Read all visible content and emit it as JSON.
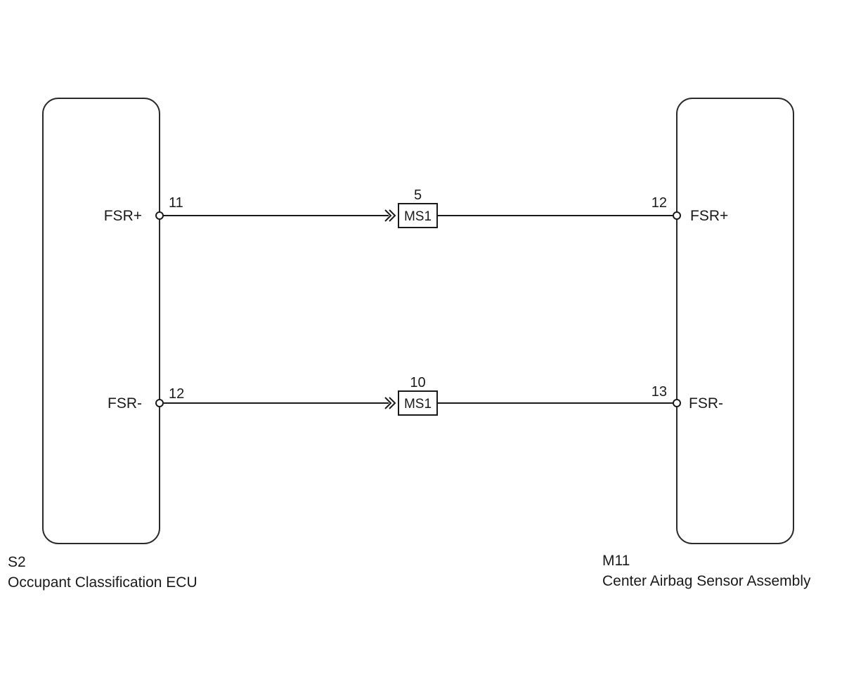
{
  "left_component": {
    "code": "S2",
    "name": "Occupant Classification ECU",
    "pins": [
      {
        "signal": "FSR+",
        "number": "11"
      },
      {
        "signal": "FSR-",
        "number": "12"
      }
    ]
  },
  "right_component": {
    "code": "M11",
    "name": "Center Airbag Sensor Assembly",
    "pins": [
      {
        "signal": "FSR+",
        "number": "12"
      },
      {
        "signal": "FSR-",
        "number": "13"
      }
    ]
  },
  "connectors": [
    {
      "name": "MS1",
      "pin": "5"
    },
    {
      "name": "MS1",
      "pin": "10"
    }
  ],
  "wires": [
    {
      "from": "S2-11 FSR+",
      "via": "MS1-5",
      "to": "M11-12 FSR+"
    },
    {
      "from": "S2-12 FSR-",
      "via": "MS1-10",
      "to": "M11-13 FSR-"
    }
  ]
}
